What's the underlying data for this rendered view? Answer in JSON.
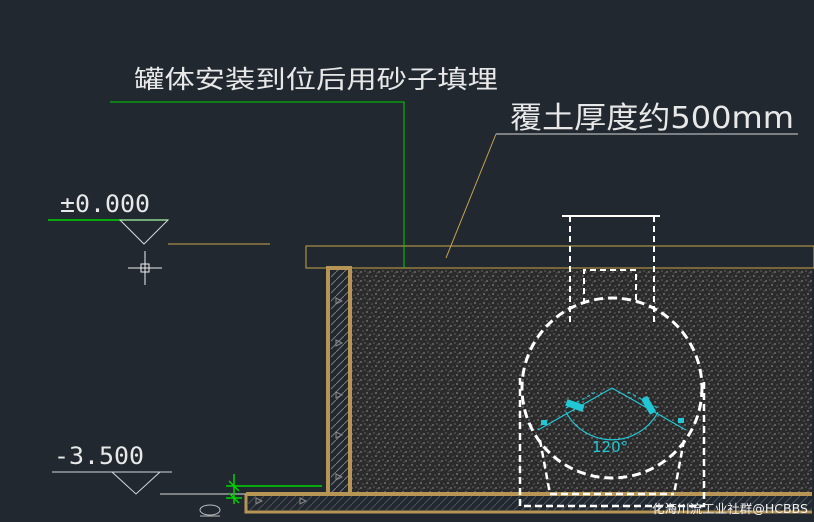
{
  "annotations": {
    "backfill_note": "罐体安装到位后用砂子填埋",
    "cover_note": "覆土厚度约500mm",
    "angle_label": "120°"
  },
  "levels": {
    "ground": "±0.000",
    "bottom": "-3.500"
  },
  "watermark": "化海川流工业社群@HCBBS",
  "colors": {
    "background": "#212830",
    "leader_green": "#00d400",
    "earth_line": "#c8a44a",
    "wall": "#b79554",
    "sand": "#2b2b2b",
    "tank_outline": "#ffffff",
    "angle": "#22c7d6",
    "text": "#e8e8e8"
  }
}
